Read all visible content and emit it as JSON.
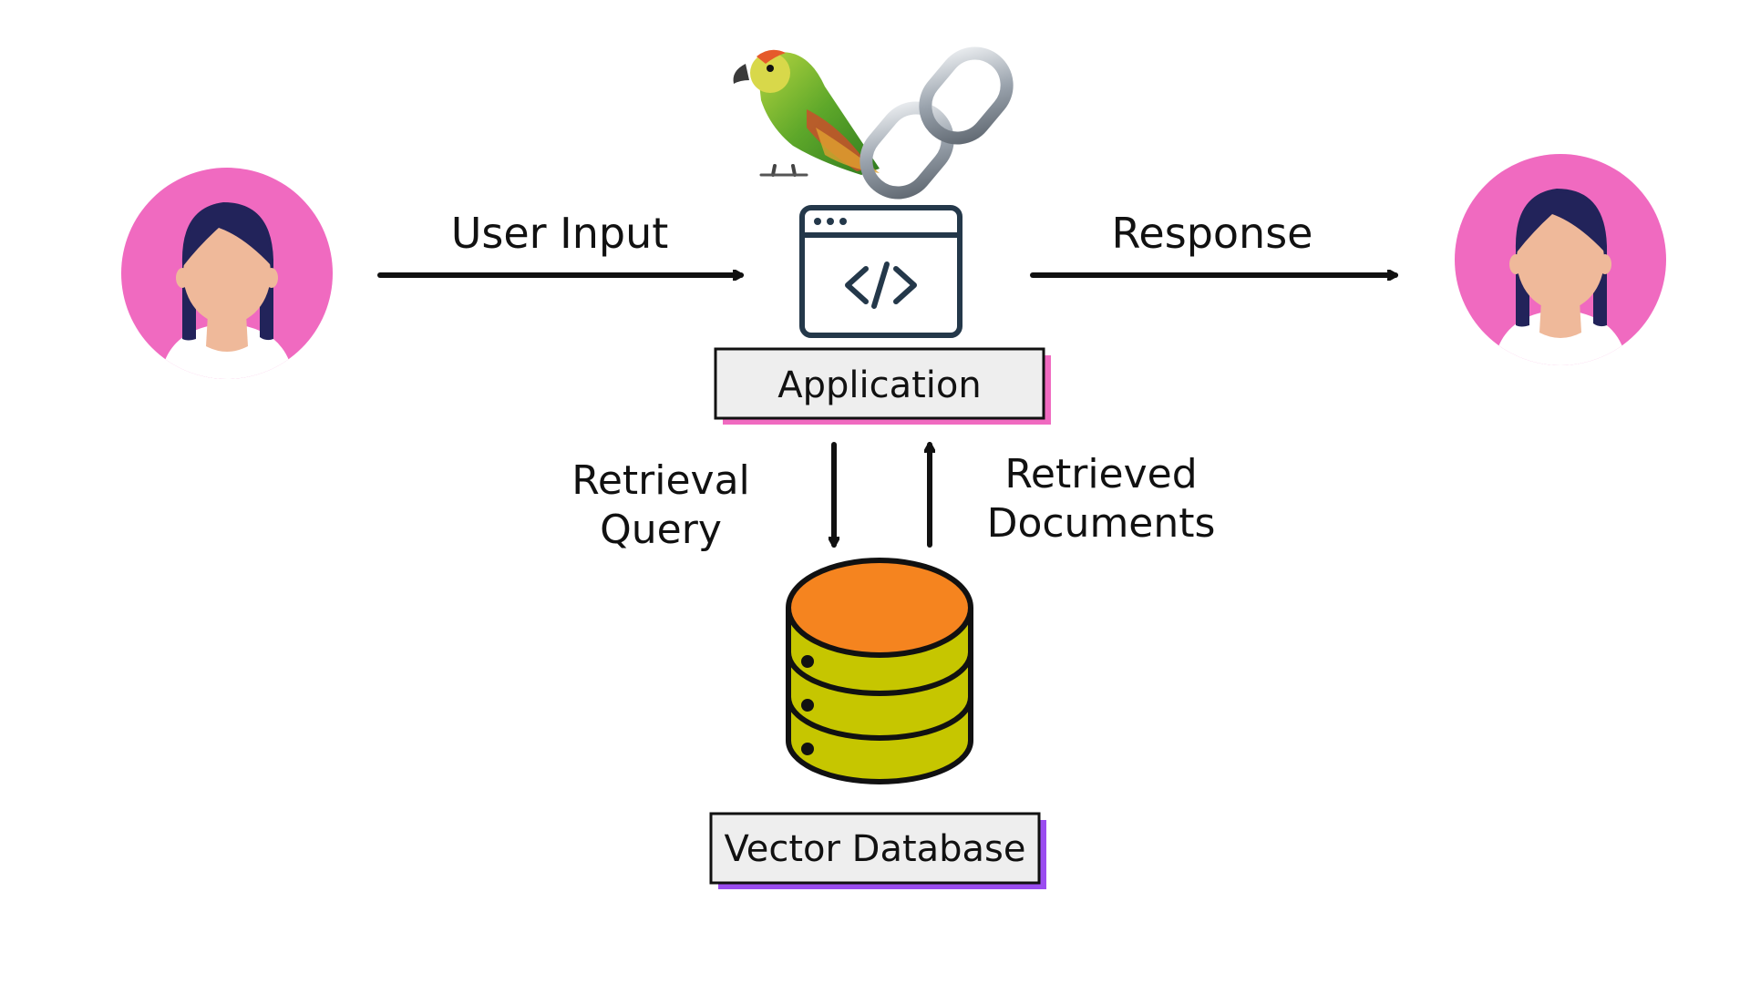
{
  "labels": {
    "user_input": "User Input",
    "response": "Response",
    "application": "Application",
    "retrieval_query_line1": "Retrieval",
    "retrieval_query_line2": "Query",
    "retrieved_documents_line1": "Retrieved",
    "retrieved_documents_line2": "Documents",
    "vector_database": "Vector Database"
  },
  "icons": {
    "user_left": "user-avatar-icon",
    "user_right": "user-avatar-icon",
    "parrot": "parrot-icon",
    "chain": "chain-link-icon",
    "application": "code-window-icon",
    "database": "database-icon"
  },
  "colors": {
    "avatar_background": "#f06ac0",
    "avatar_hair": "#22235a",
    "avatar_skin": "#efb99a",
    "application_box_accent": "#f06ac0",
    "vector_db_box_accent": "#9a4cf0",
    "database_top": "#f5841f",
    "database_body": "#c6c600",
    "box_fill": "#eeeeee",
    "stroke": "#111111",
    "code_window_stroke": "#24384a"
  }
}
